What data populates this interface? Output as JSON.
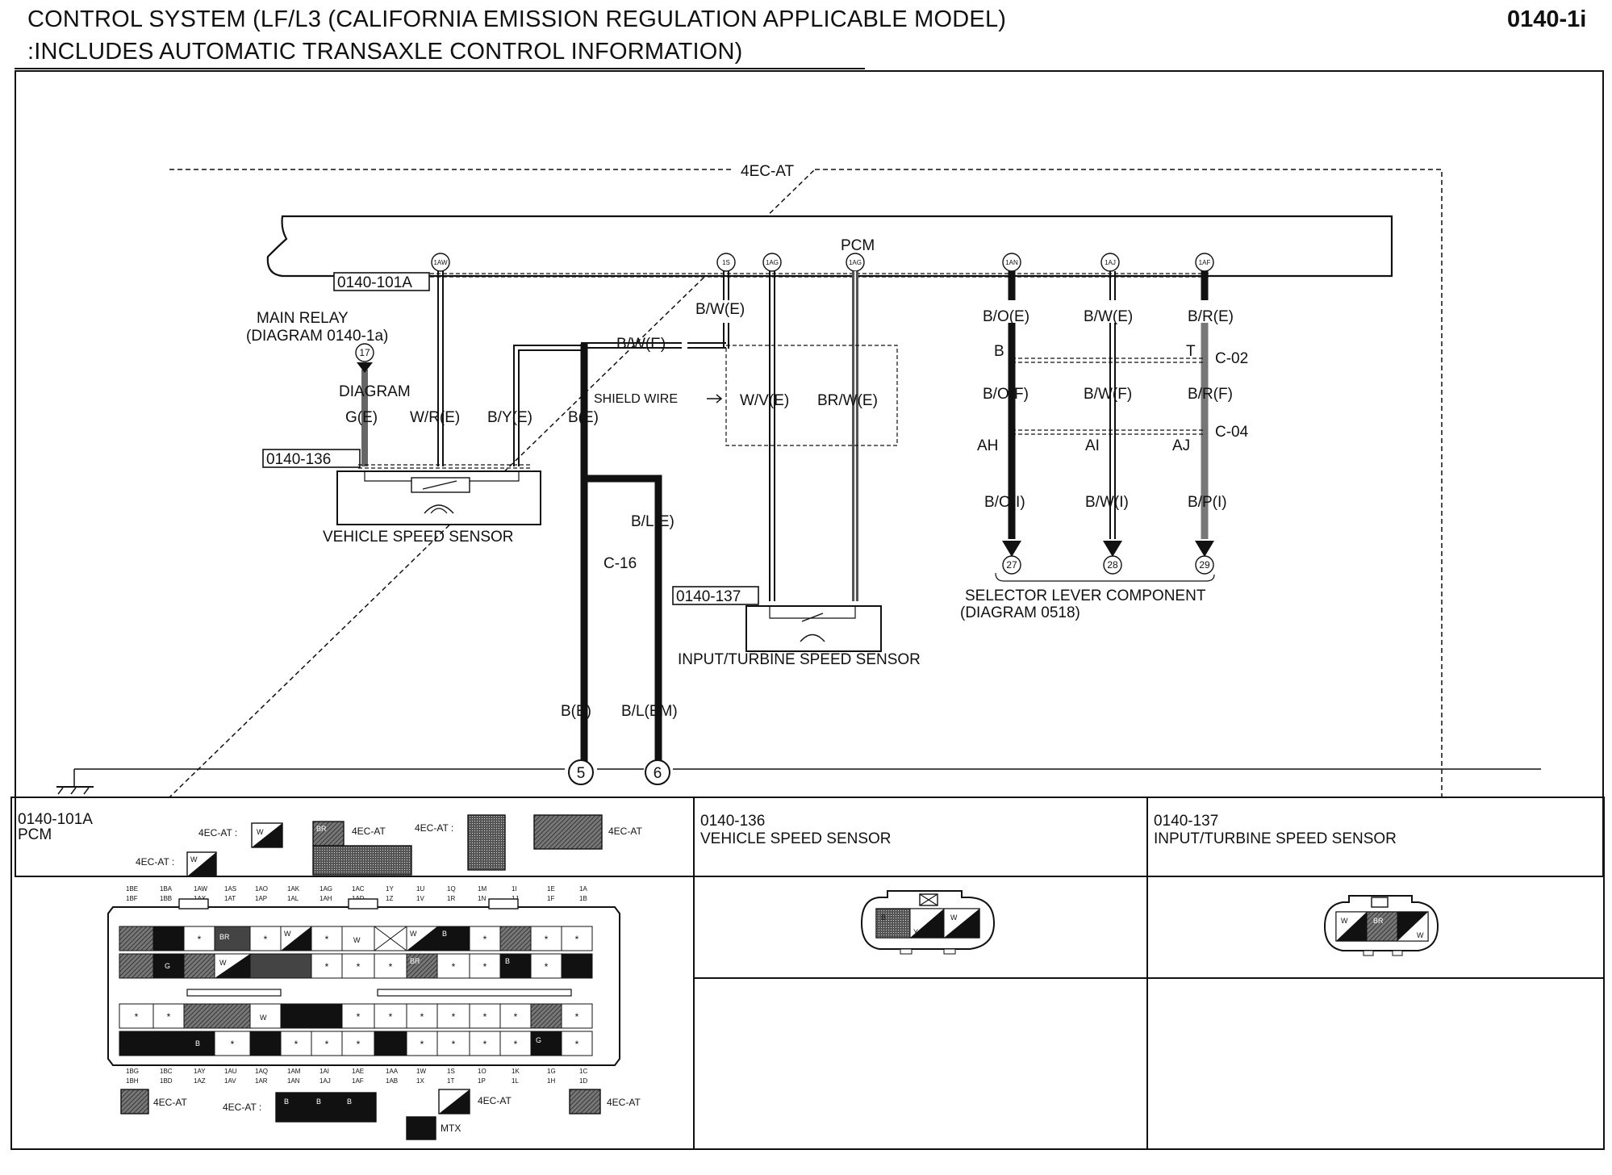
{
  "header": {
    "title_line1": "CONTROL SYSTEM (LF/L3 (CALIFORNIA EMISSION REGULATION APPLICABLE MODEL)",
    "title_line2": ":INCLUDES AUTOMATIC TRANSAXLE CONTROL INFORMATION)",
    "page_code": "0140-1i"
  },
  "schematic": {
    "enclosure_label": "4EC-AT",
    "pcm_label": "PCM",
    "pcm_ref": "0140-101A",
    "pcm_terminals": [
      "1AW",
      "1S",
      "1AG",
      "1AG",
      "1AN",
      "1AJ",
      "1AF"
    ],
    "main_relay": {
      "line1": "MAIN RELAY",
      "line2": "(DIAGRAM 0140-1a)",
      "pin": "17",
      "diagram": "DIAGRAM"
    },
    "shield_wire": "SHIELD WIRE",
    "wires": {
      "bw_top": "B/W(E)",
      "bw_mid": "B/W(E)",
      "ge": "G(E)",
      "wr": "W/R(E)",
      "by": "B/Y(E)",
      "be": "B(E)",
      "wv": "W/V(E)",
      "brw": "BR/W(E)",
      "bl": "B/L(E)",
      "c16": "C-16",
      "be_bottom": "B(E)",
      "bl_em": "B/L(EM)",
      "bo_e": "B/O(E)",
      "bw_e": "B/W(E)",
      "br_e": "B/R(E)",
      "b": "B",
      "t": "T",
      "c02": "C-02",
      "bo_f": "B/O(F)",
      "bw_f": "B/W(F)",
      "br_f": "B/R(F)",
      "c04": "C-04",
      "ah": "AH",
      "ai": "AI",
      "aj": "AJ",
      "bo_i": "B/O(I)",
      "bw_i": "B/W(I)",
      "bp_i": "B/P(I)"
    },
    "vss": {
      "ref": "0140-136",
      "label": "VEHICLE SPEED SENSOR"
    },
    "itss": {
      "ref": "0140-137",
      "label": "INPUT/TURBINE SPEED SENSOR"
    },
    "selector": {
      "pins": [
        "27",
        "28",
        "29"
      ],
      "line1": "SELECTOR LEVER COMPONENT",
      "line2": "(DIAGRAM 0518)"
    },
    "ground_pins": [
      "5",
      "6"
    ]
  },
  "connectors": {
    "pcm_panel": {
      "ref": "0140-101A",
      "name": "PCM",
      "top_labels": [
        "1BE",
        "1BA",
        "1AW",
        "1AS",
        "1AO",
        "1AK",
        "1AG",
        "1AC",
        "1Y",
        "1U",
        "1Q",
        "1M",
        "1I",
        "1E",
        "1A"
      ],
      "top_labels2": [
        "1BF",
        "1BB",
        "1AX",
        "1AT",
        "1AP",
        "1AL",
        "1AH",
        "1AD",
        "1Z",
        "1V",
        "1R",
        "1N",
        "1J",
        "1F",
        "1B"
      ],
      "bottom_labels": [
        "1BG",
        "1BC",
        "1AY",
        "1AU",
        "1AQ",
        "1AM",
        "1AI",
        "1AE",
        "1AA",
        "1W",
        "1S",
        "1O",
        "1K",
        "1G",
        "1C"
      ],
      "bottom_labels2": [
        "1BH",
        "1BD",
        "1AZ",
        "1AV",
        "1AR",
        "1AN",
        "1AJ",
        "1AF",
        "1AB",
        "1X",
        "1T",
        "1P",
        "1L",
        "1H",
        "1D"
      ],
      "variant": "4EC-AT",
      "variant_colon": "4EC-AT :",
      "mtx": "MTX",
      "letters": {
        "w": "W",
        "b": "B",
        "br": "BR",
        "g": "G",
        "star": "*"
      }
    },
    "vss_panel": {
      "ref": "0140-136",
      "name": "VEHICLE SPEED SENSOR",
      "pins": [
        "B",
        "Y",
        "W"
      ]
    },
    "itss_panel": {
      "ref": "0140-137",
      "name": "INPUT/TURBINE SPEED SENSOR",
      "pins": [
        "W",
        "BR",
        "W"
      ]
    }
  }
}
